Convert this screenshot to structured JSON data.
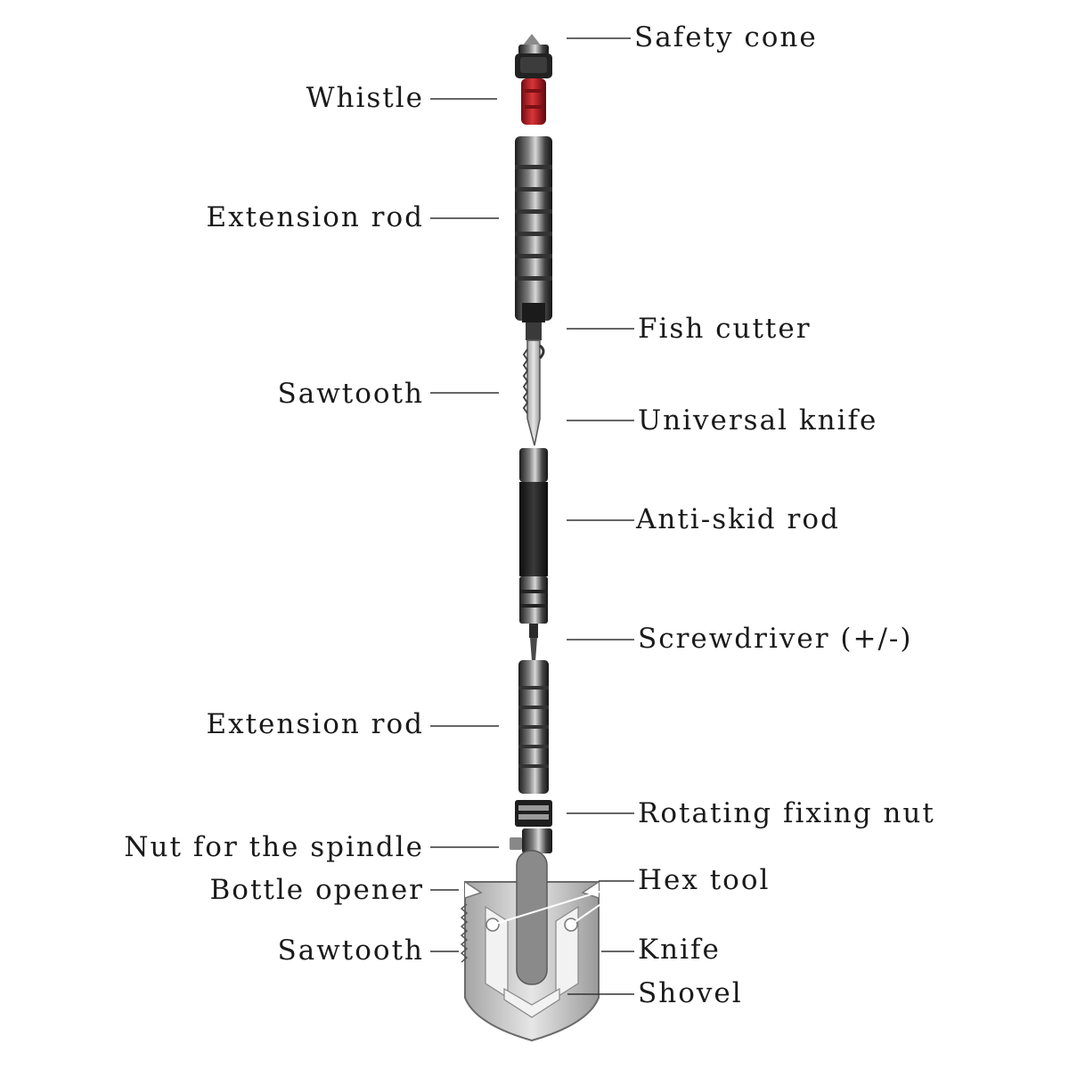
{
  "labels": {
    "safety_cone": "Safety cone",
    "whistle": "Whistle",
    "extension_rod_top": "Extension rod",
    "fish_cutter": "Fish cutter",
    "sawtooth_top": "Sawtooth",
    "universal_knife": "Universal knife",
    "anti_skid_rod": "Anti-skid rod",
    "screwdriver": "Screwdriver (+/-)",
    "extension_rod_bottom": "Extension rod",
    "rotating_fixing_nut": "Rotating fixing nut",
    "nut_for_spindle": "Nut for the spindle",
    "bottle_opener": "Bottle opener",
    "hex_tool": "Hex tool",
    "sawtooth_bottom": "Sawtooth",
    "knife": "Knife",
    "shovel": "Shovel"
  },
  "colors": {
    "background": "#ffffff",
    "text": "#1a1a1a",
    "leader_line": "#333333",
    "whistle_red": "#c0272d",
    "metal_dark": "#2b2b2b",
    "metal_light": "#c9c9c9"
  }
}
